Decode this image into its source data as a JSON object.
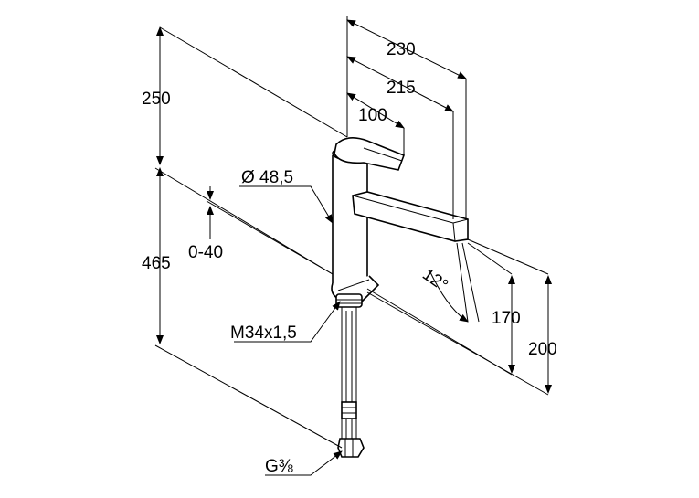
{
  "dimensions": {
    "d230": "230",
    "d215": "215",
    "d100": "100",
    "d250": "250",
    "d465": "465",
    "range": "0-40",
    "diameter": "Ø 48,5",
    "angle": "12°",
    "d170": "170",
    "d200": "200",
    "thread": "M34x1,5",
    "connection": "G⅜"
  },
  "colors": {
    "line": "#000000",
    "background": "#ffffff"
  }
}
